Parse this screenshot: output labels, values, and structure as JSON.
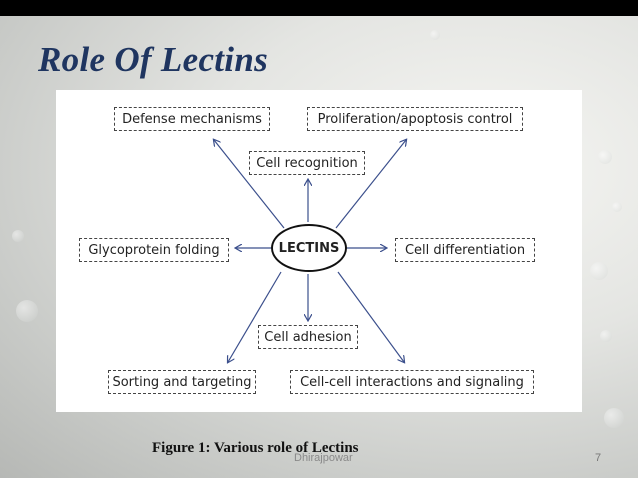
{
  "slide": {
    "title": "Role Of Lectins",
    "caption": "Figure 1: Various  role of Lectins",
    "author": "Dhirajpowar",
    "page_number": "7"
  },
  "diagram": {
    "center": "LECTINS",
    "nodes": [
      {
        "id": "defense",
        "label": "Defense mechanisms"
      },
      {
        "id": "proliferation",
        "label": "Proliferation/apoptosis control"
      },
      {
        "id": "recognition",
        "label": "Cell recognition"
      },
      {
        "id": "glycoprotein",
        "label": "Glycoprotein folding"
      },
      {
        "id": "differentiation",
        "label": "Cell differentiation"
      },
      {
        "id": "adhesion",
        "label": "Cell adhesion"
      },
      {
        "id": "sorting",
        "label": "Sorting and targeting"
      },
      {
        "id": "interactions",
        "label": "Cell-cell interactions and signaling"
      }
    ]
  },
  "colors": {
    "title": "#1f3560",
    "arrow": "#3b4f8c"
  }
}
